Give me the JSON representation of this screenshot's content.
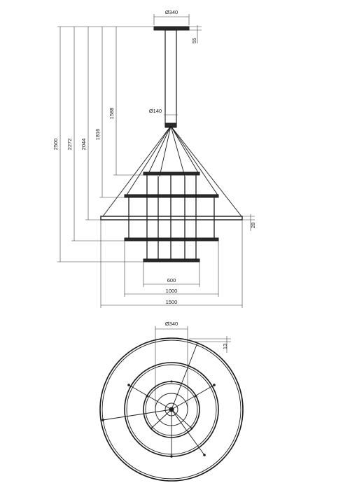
{
  "side_view": {
    "canopy_diameter": "Ø340",
    "canopy_height": "55",
    "hub_diameter": "Ø140",
    "ring_thickness": "28",
    "height_total": "2500",
    "height_ring_600": "2272",
    "height_ring_1000": "2044",
    "height_ring_1500": "1816",
    "height_hub": "1588",
    "width_ring_small": "600",
    "width_ring_medium": "1000",
    "width_ring_large": "1500"
  },
  "top_view": {
    "canopy_diameter": "Ø340",
    "ring_profile": "13"
  }
}
